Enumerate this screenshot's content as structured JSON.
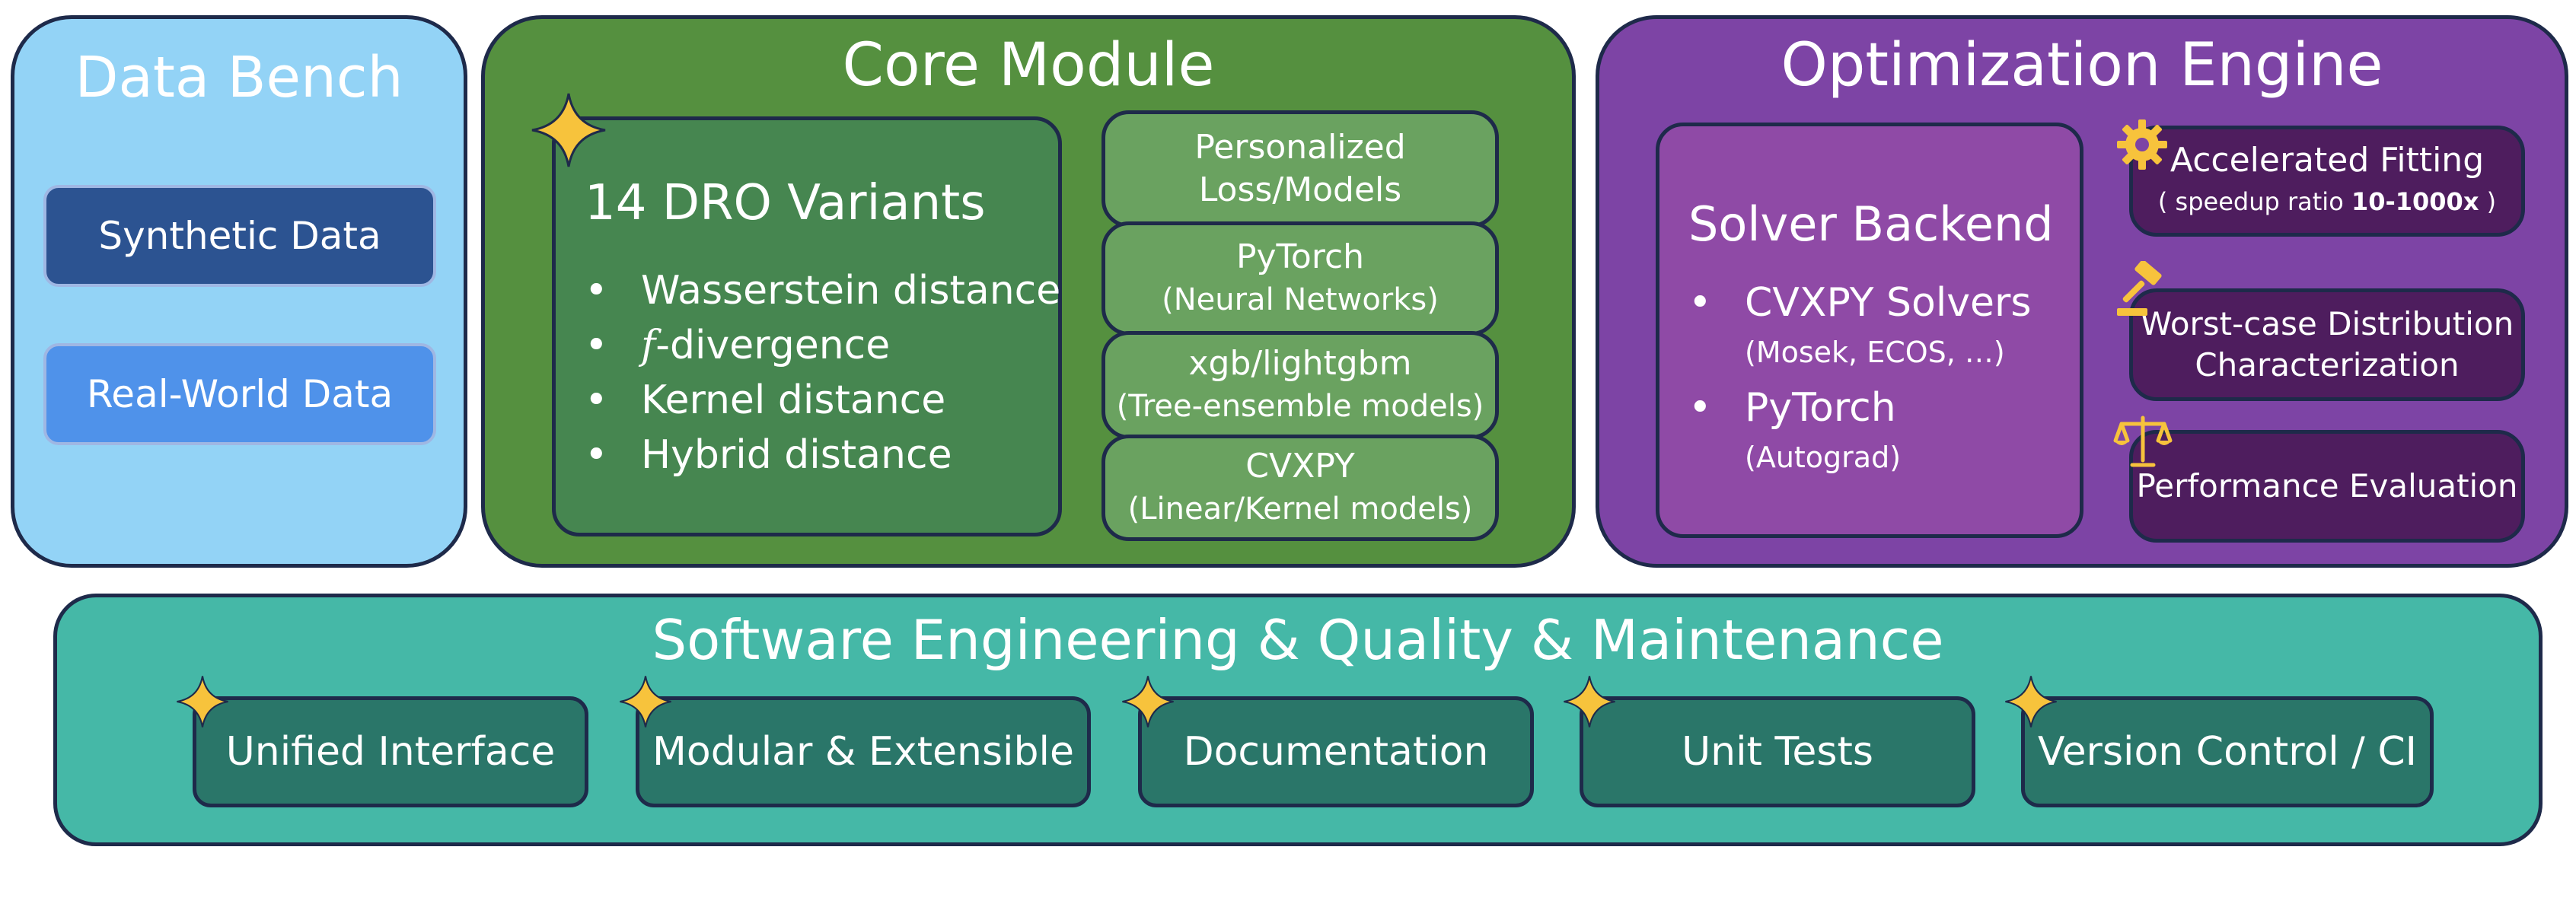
{
  "colors": {
    "data_bench_bg": "#93d3f6",
    "core_bg": "#55903f",
    "optimization_bg": "#7d44a5",
    "software_bg": "#45b8a7",
    "star": "#f7c33c",
    "border": "#1e2a4a"
  },
  "data_bench": {
    "title": "Data Bench",
    "items": [
      "Synthetic Data",
      "Real-World Data"
    ]
  },
  "core_module": {
    "title": "Core Module",
    "dro": {
      "title": "14 DRO Variants",
      "items": [
        "Wasserstein distance",
        "-divergence",
        "Kernel distance",
        "Hybrid distance"
      ],
      "f_symbol": "f"
    },
    "backends": [
      {
        "line1": "Personalized",
        "line2": "Loss/Models"
      },
      {
        "line1": "PyTorch",
        "line2": "(Neural Networks)"
      },
      {
        "line1": "xgb/lightgbm",
        "line2": "(Tree-ensemble models)"
      },
      {
        "line1": "CVXPY",
        "line2": "(Linear/Kernel models)"
      }
    ]
  },
  "optimization_engine": {
    "title": "Optimization Engine",
    "solver": {
      "title": "Solver Backend",
      "items": [
        {
          "main": "CVXPY Solvers",
          "sub": "(Mosek, ECOS, …)"
        },
        {
          "main": "PyTorch",
          "sub": "(Autograd)"
        }
      ]
    },
    "features": {
      "fitting": {
        "title": "Accelerated Fitting",
        "sub_prefix": "( speedup ratio ",
        "sub_bold": "10-1000x",
        "sub_suffix": " )",
        "icon": "gear-icon"
      },
      "worst_case": {
        "line1": "Worst-case Distribution",
        "line2": "Characterization",
        "icon": "gavel-icon"
      },
      "performance": {
        "title": "Performance Evaluation",
        "icon": "scales-icon"
      }
    }
  },
  "software_engineering": {
    "title": "Software Engineering & Quality & Maintenance",
    "items": [
      "Unified Interface",
      "Modular & Extensible",
      "Documentation",
      "Unit Tests",
      "Version Control / CI"
    ]
  }
}
